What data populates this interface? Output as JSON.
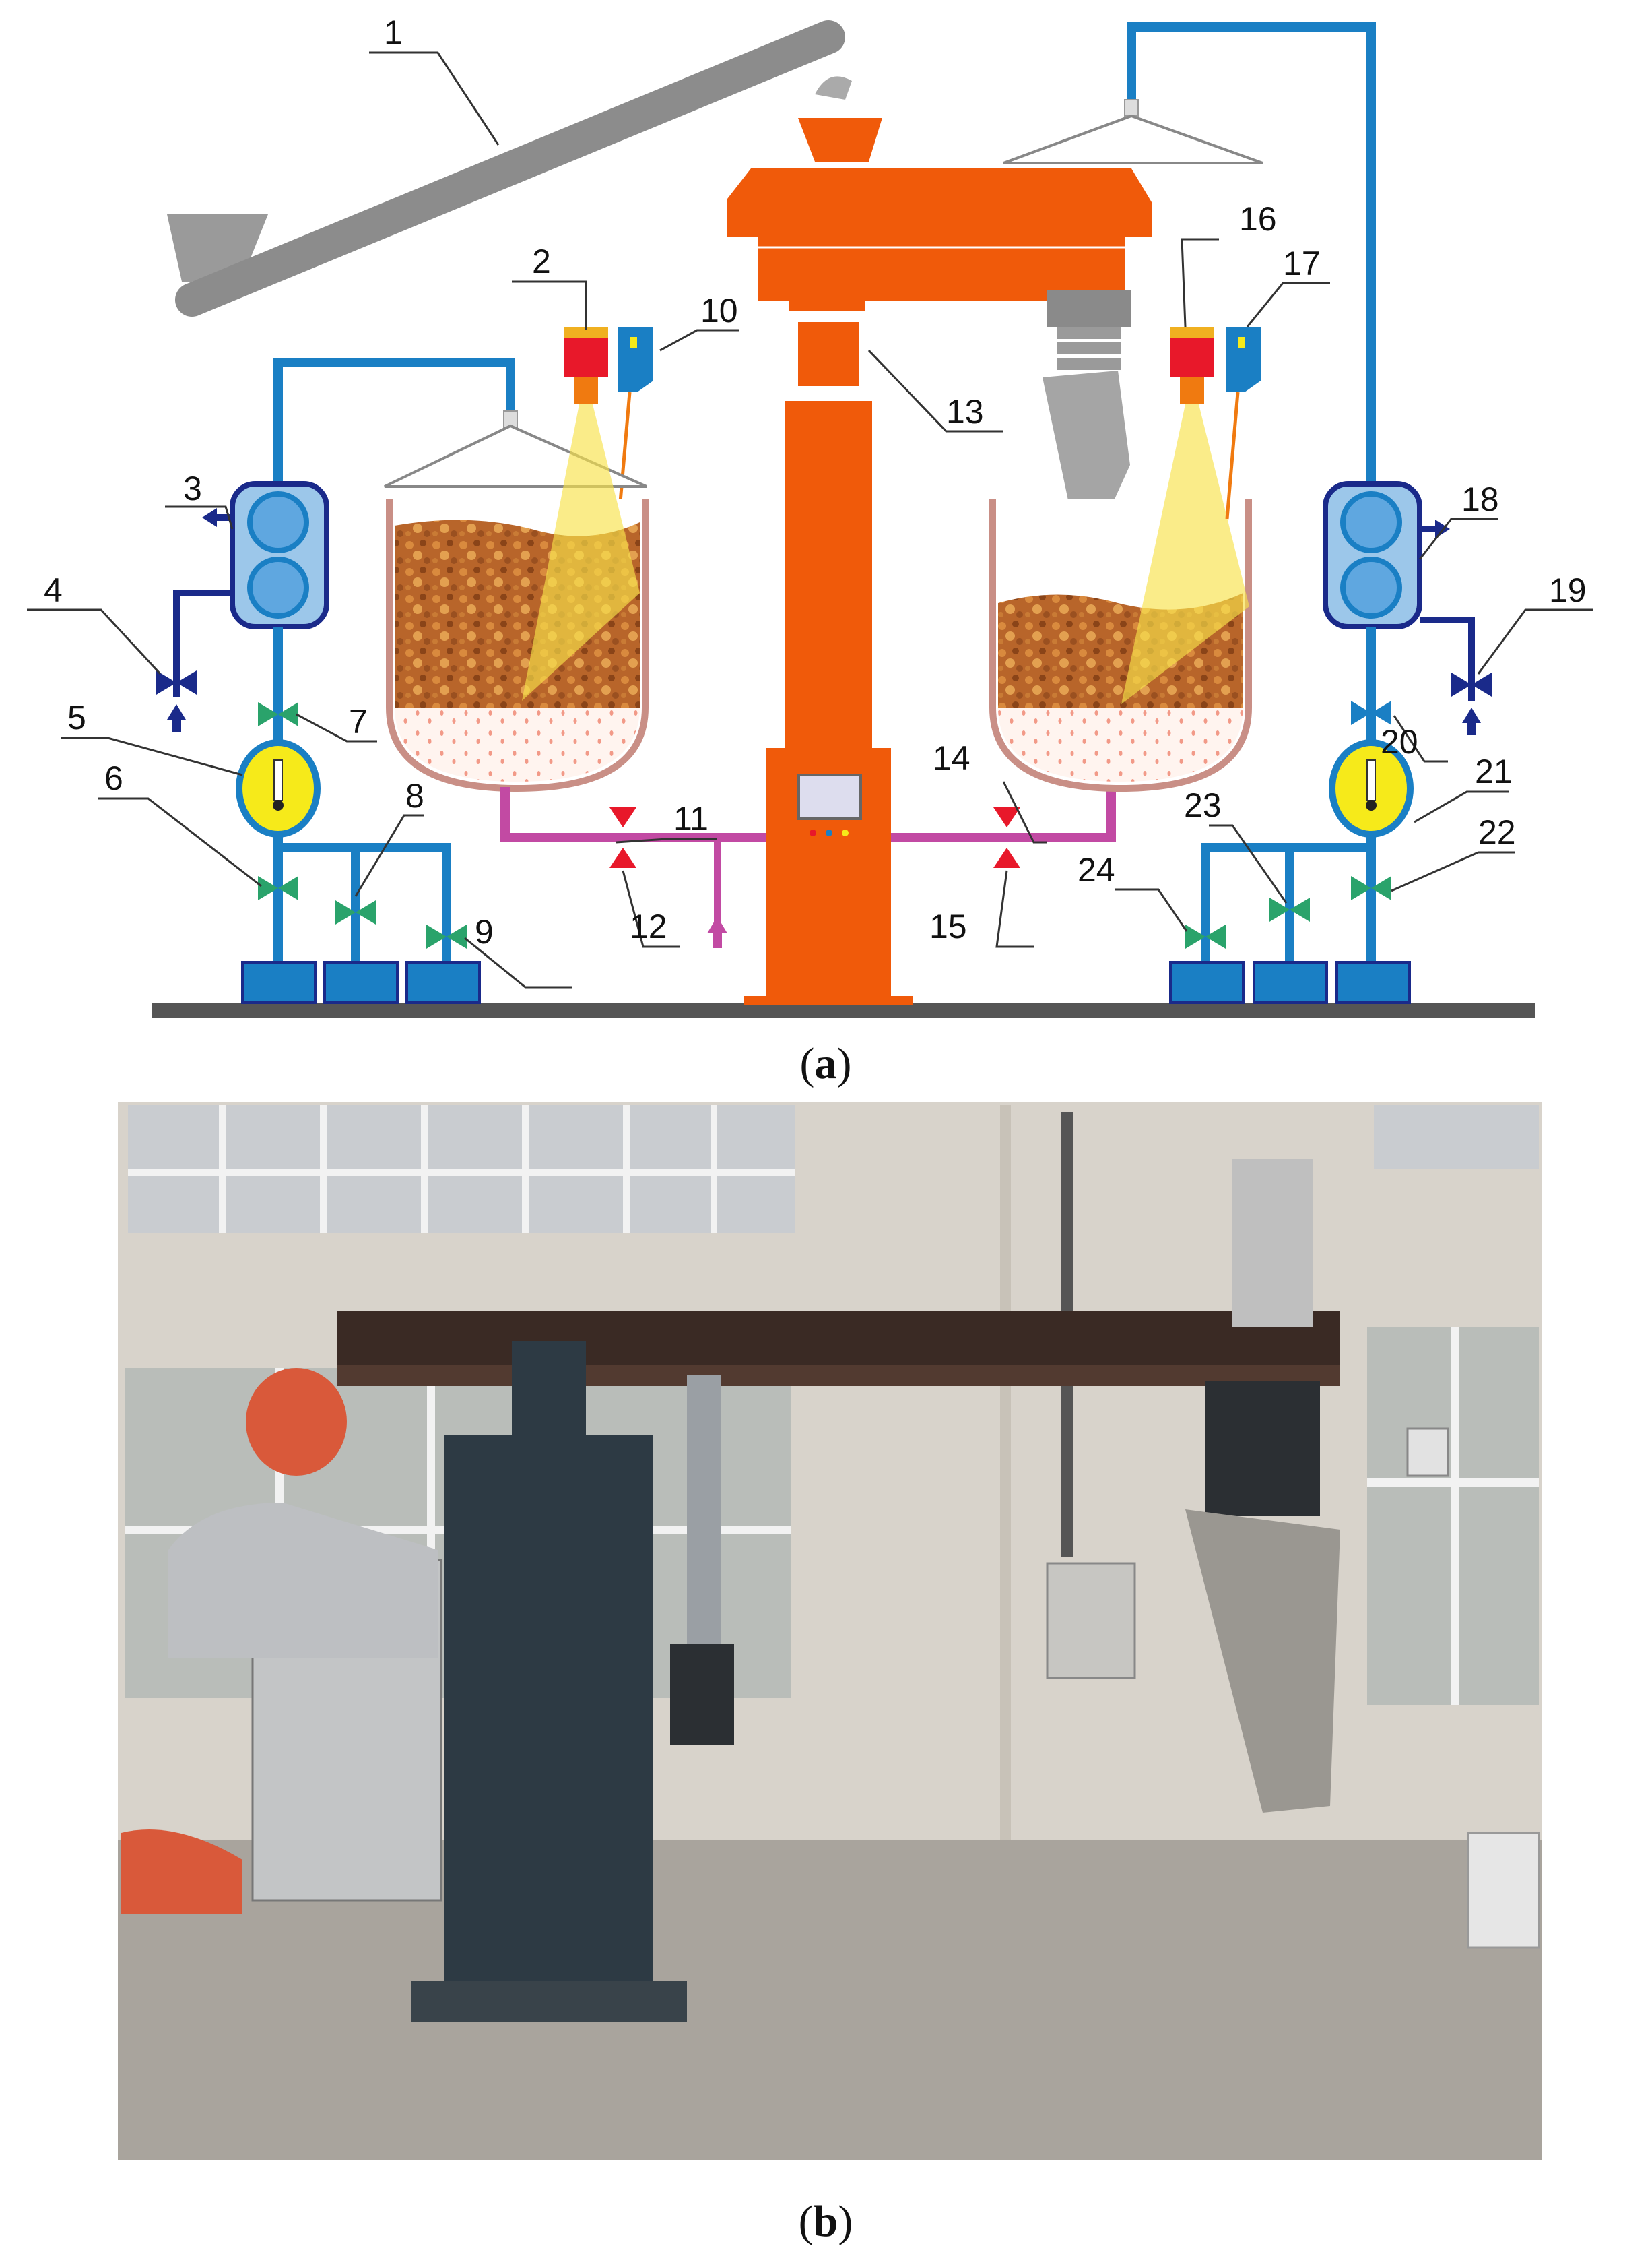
{
  "labels": [
    "1",
    "2",
    "3",
    "4",
    "5",
    "6",
    "7",
    "8",
    "9",
    "10",
    "11",
    "12",
    "13",
    "14",
    "15",
    "16",
    "17",
    "18",
    "19",
    "20",
    "21",
    "22",
    "23",
    "24"
  ],
  "captions": {
    "a": {
      "open": "(",
      "letter": "a",
      "close": ")"
    },
    "b": {
      "open": "(",
      "letter": "b",
      "close": ")"
    }
  },
  "colors": {
    "water_pipe": "#1a7fc4",
    "sand_pipe": "#c24aa3",
    "robot_orange": "#f05a0a",
    "valve_green": "#2aa36b",
    "valve_red": "#e8182a",
    "valve_navy": "#1a2a8a",
    "tank_blue": "#1a7fc4",
    "mixer_blue": "#2f8fd4",
    "sand_brown": "#b5642a",
    "ground": "#555555"
  },
  "icons": [
    "valve-icon",
    "pump-icon",
    "flowmeter-icon",
    "sensor-icon",
    "arrow-icon"
  ]
}
